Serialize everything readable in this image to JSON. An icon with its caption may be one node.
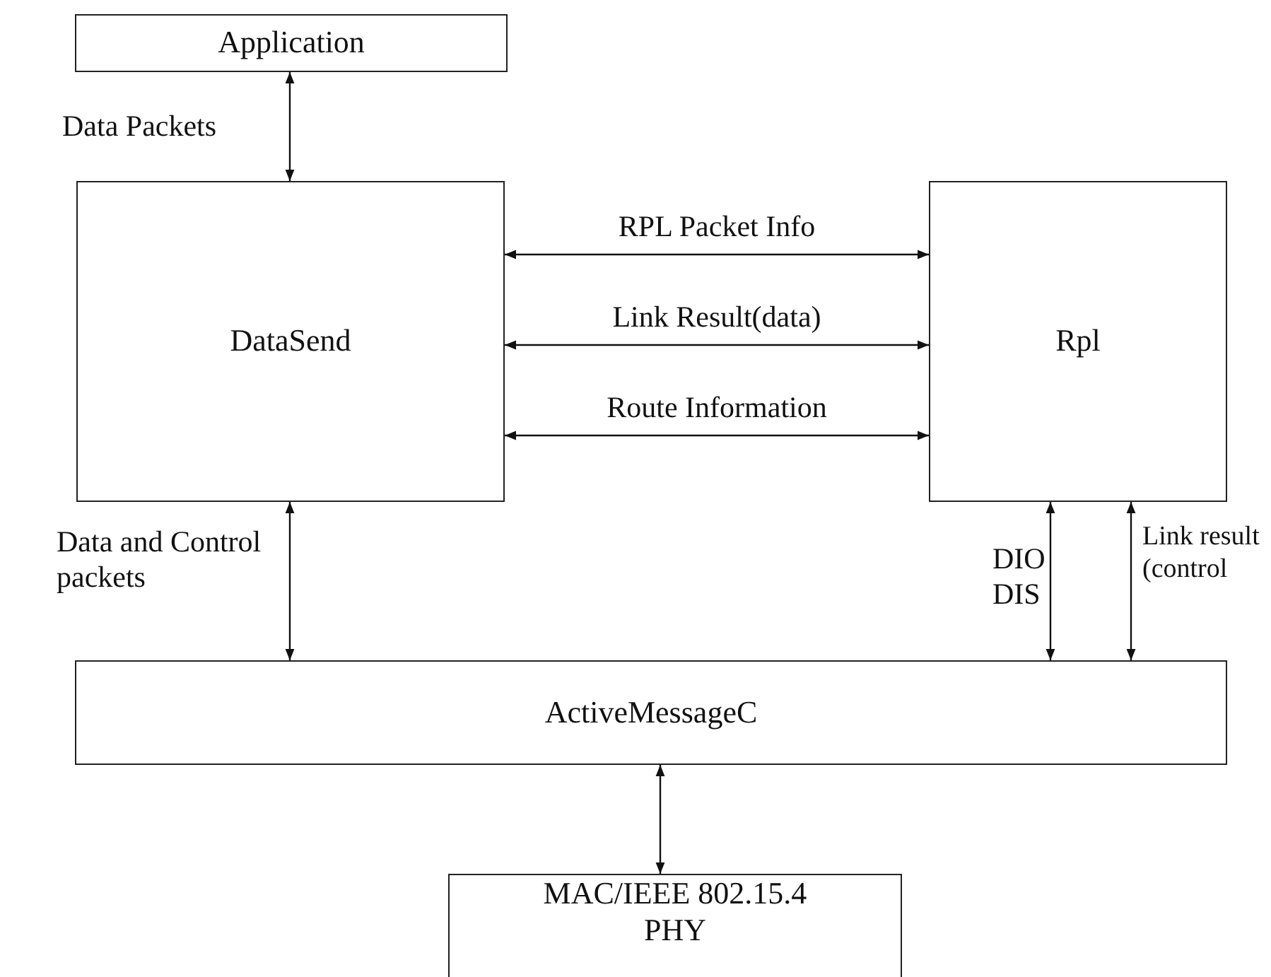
{
  "diagram": {
    "nodes": [
      {
        "text": [
          "Application"
        ]
      },
      {
        "text": [
          "DataSend"
        ]
      },
      {
        "text": [
          "Rpl"
        ]
      },
      {
        "text": [
          "ActiveMessageC"
        ]
      },
      {
        "text": [
          "MAC/IEEE 802.15.4 PHY"
        ]
      }
    ],
    "edges": [
      {
        "from": 0,
        "to": 1,
        "arrow": "both",
        "label": "Data Packets"
      },
      {
        "from": 1,
        "to": 2,
        "arrow": "both",
        "label": "RPL Packet Info"
      },
      {
        "from": 1,
        "to": 2,
        "arrow": "both",
        "label": "Link Result(data)"
      },
      {
        "from": 1,
        "to": 2,
        "arrow": "both",
        "label": "Route Information"
      },
      {
        "from": 1,
        "to": 3,
        "arrow": "both",
        "label": "Data and Control packets"
      },
      {
        "from": 2,
        "to": 3,
        "arrow": "both",
        "label": "DIO DIS"
      },
      {
        "from": 2,
        "to": 3,
        "arrow": "both",
        "label": "Link result (control"
      },
      {
        "from": 3,
        "to": 4,
        "arrow": "both"
      }
    ]
  }
}
